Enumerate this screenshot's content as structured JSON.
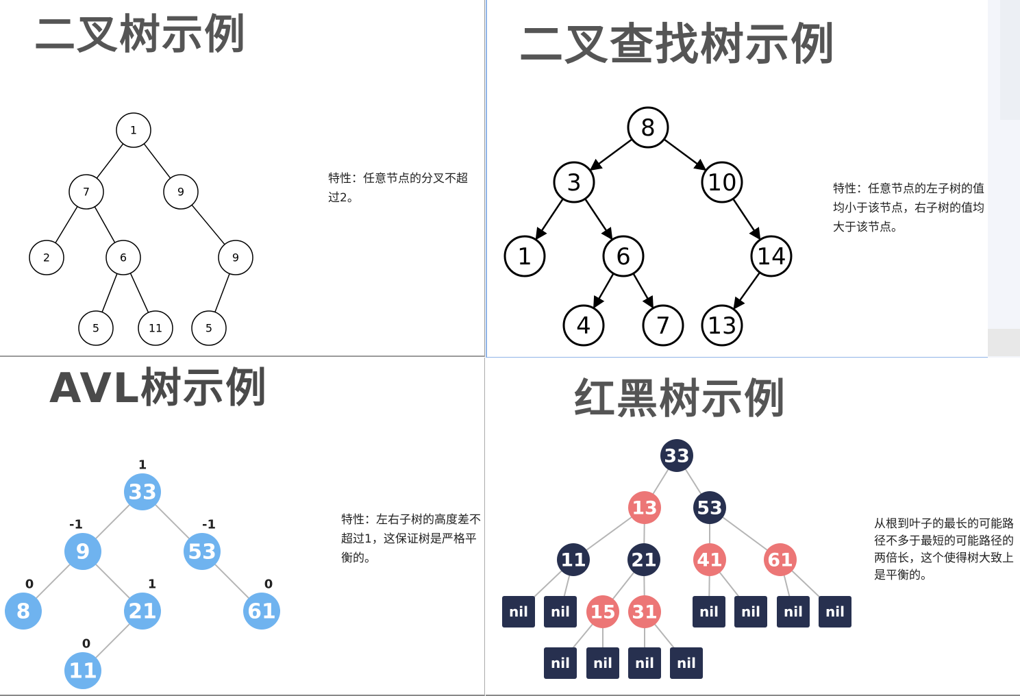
{
  "panels": [
    {
      "title": "二叉树示例",
      "description": "特性：任意节点的分叉不超过2。"
    },
    {
      "title": "二叉查找树示例",
      "description": "特性：任意节点的左子树的值均小于该节点，右子树的值均大于该节点。"
    },
    {
      "title": "AVL树示例",
      "description": "特性：左右子树的高度差不超过1，这保证树是严格平衡的。"
    },
    {
      "title": "红黑树示例",
      "description": "从根到叶子的最长的可能路径不多于最短的可能路径的两倍长，这个使得树大致上是平衡的。"
    }
  ],
  "colors": {
    "black_node": "#27304f",
    "red_node": "#ec7676",
    "avl_node": "#6fb3ef",
    "edge_gray": "#b5b5b5"
  },
  "trees": {
    "binary": {
      "nodes": [
        "1",
        "7",
        "9",
        "2",
        "6",
        "9",
        "5",
        "11",
        "5"
      ],
      "edges": [
        [
          0,
          1
        ],
        [
          0,
          2
        ],
        [
          1,
          3
        ],
        [
          1,
          4
        ],
        [
          2,
          5
        ],
        [
          4,
          6
        ],
        [
          4,
          7
        ],
        [
          5,
          8
        ]
      ]
    },
    "bst": {
      "nodes": [
        "8",
        "3",
        "10",
        "1",
        "6",
        "14",
        "4",
        "7",
        "13"
      ],
      "edges": [
        [
          0,
          1
        ],
        [
          0,
          2
        ],
        [
          1,
          3
        ],
        [
          1,
          4
        ],
        [
          2,
          5
        ],
        [
          4,
          6
        ],
        [
          4,
          7
        ],
        [
          5,
          8
        ]
      ]
    },
    "avl": {
      "nodes": [
        {
          "label": "33",
          "balance": "1"
        },
        {
          "label": "9",
          "balance": "-1"
        },
        {
          "label": "53",
          "balance": "-1"
        },
        {
          "label": "8",
          "balance": "0"
        },
        {
          "label": "21",
          "balance": "1"
        },
        {
          "label": "61",
          "balance": "0"
        },
        {
          "label": "11",
          "balance": "0"
        }
      ],
      "edges": [
        [
          0,
          1
        ],
        [
          0,
          2
        ],
        [
          1,
          3
        ],
        [
          1,
          4
        ],
        [
          2,
          5
        ],
        [
          4,
          6
        ]
      ]
    },
    "redblack": {
      "nodes": [
        {
          "label": "33",
          "color": "black"
        },
        {
          "label": "13",
          "color": "red"
        },
        {
          "label": "53",
          "color": "black"
        },
        {
          "label": "11",
          "color": "black"
        },
        {
          "label": "21",
          "color": "black"
        },
        {
          "label": "41",
          "color": "red"
        },
        {
          "label": "61",
          "color": "red"
        },
        {
          "label": "nil",
          "color": "nil"
        },
        {
          "label": "nil",
          "color": "nil"
        },
        {
          "label": "15",
          "color": "red"
        },
        {
          "label": "31",
          "color": "red"
        },
        {
          "label": "nil",
          "color": "nil"
        },
        {
          "label": "nil",
          "color": "nil"
        },
        {
          "label": "nil",
          "color": "nil"
        },
        {
          "label": "nil",
          "color": "nil"
        },
        {
          "label": "nil",
          "color": "nil"
        },
        {
          "label": "nil",
          "color": "nil"
        },
        {
          "label": "nil",
          "color": "nil"
        },
        {
          "label": "nil",
          "color": "nil"
        }
      ],
      "edges": [
        [
          0,
          1
        ],
        [
          0,
          2
        ],
        [
          1,
          3
        ],
        [
          1,
          4
        ],
        [
          2,
          5
        ],
        [
          2,
          6
        ],
        [
          3,
          7
        ],
        [
          3,
          8
        ],
        [
          4,
          9
        ],
        [
          4,
          10
        ],
        [
          5,
          11
        ],
        [
          5,
          12
        ],
        [
          6,
          13
        ],
        [
          6,
          14
        ],
        [
          9,
          15
        ],
        [
          9,
          16
        ],
        [
          10,
          17
        ],
        [
          10,
          18
        ]
      ]
    }
  }
}
